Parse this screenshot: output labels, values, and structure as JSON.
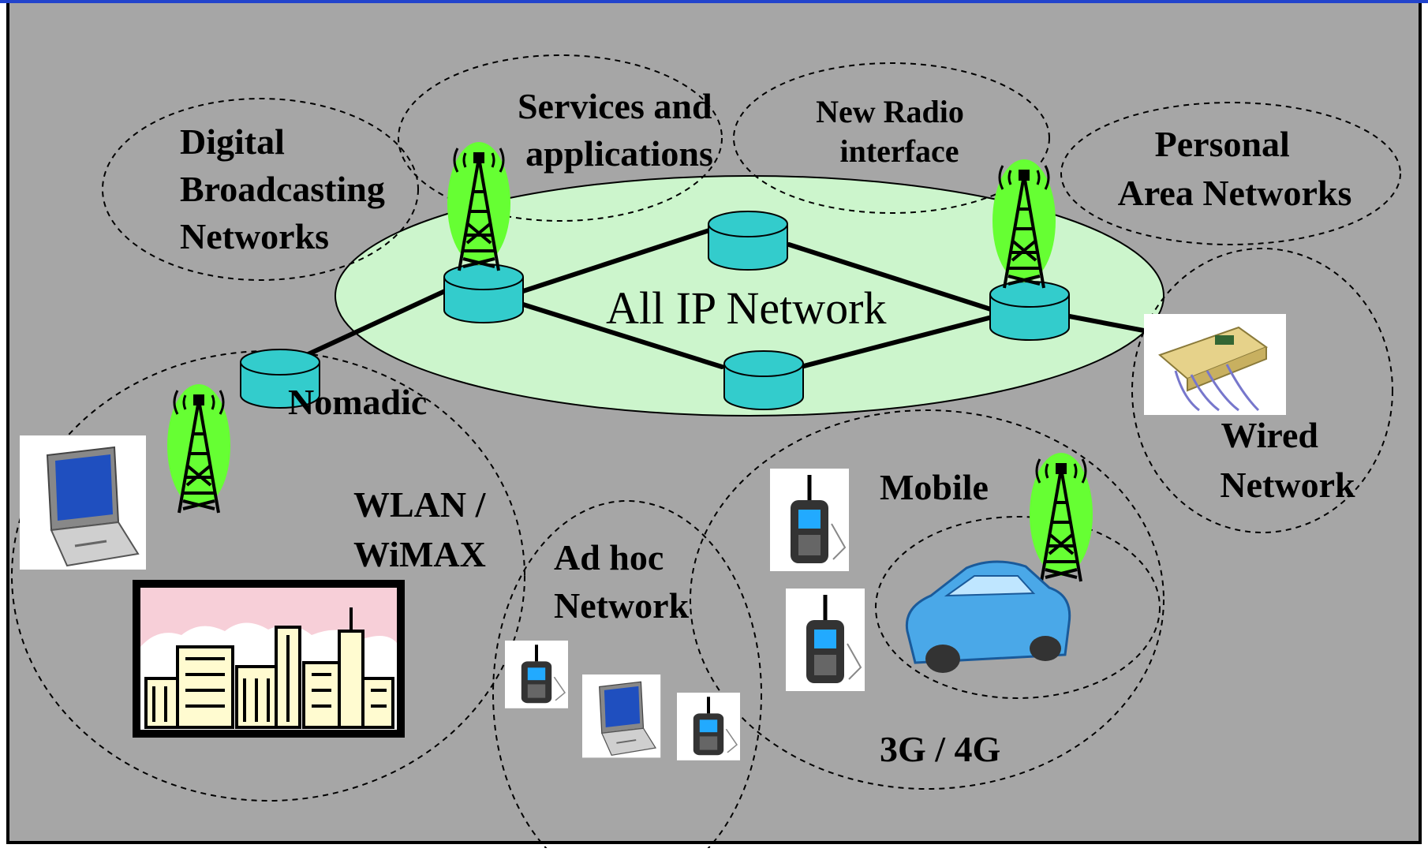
{
  "labels": {
    "digital_broadcasting": [
      "Digital",
      "Broadcasting",
      "Networks"
    ],
    "services": [
      "Services and",
      "applications"
    ],
    "new_radio": [
      "New Radio",
      "interface"
    ],
    "personal_area": [
      "Personal",
      "Area Networks"
    ],
    "all_ip": "All IP Network",
    "nomadic": "Nomadic",
    "wlan_wimax": [
      "WLAN /",
      "WiMAX"
    ],
    "wired": [
      "Wired",
      "Network"
    ],
    "mobile": "Mobile",
    "adhoc": [
      "Ad hoc",
      "Network"
    ],
    "cellular": "3G / 4G"
  },
  "colors": {
    "background": "#a6a6a6",
    "core_network": "#ccf5cc",
    "router": "#33cccc",
    "tower_glow": "#66ff33",
    "device_panel": "#ffffff"
  }
}
